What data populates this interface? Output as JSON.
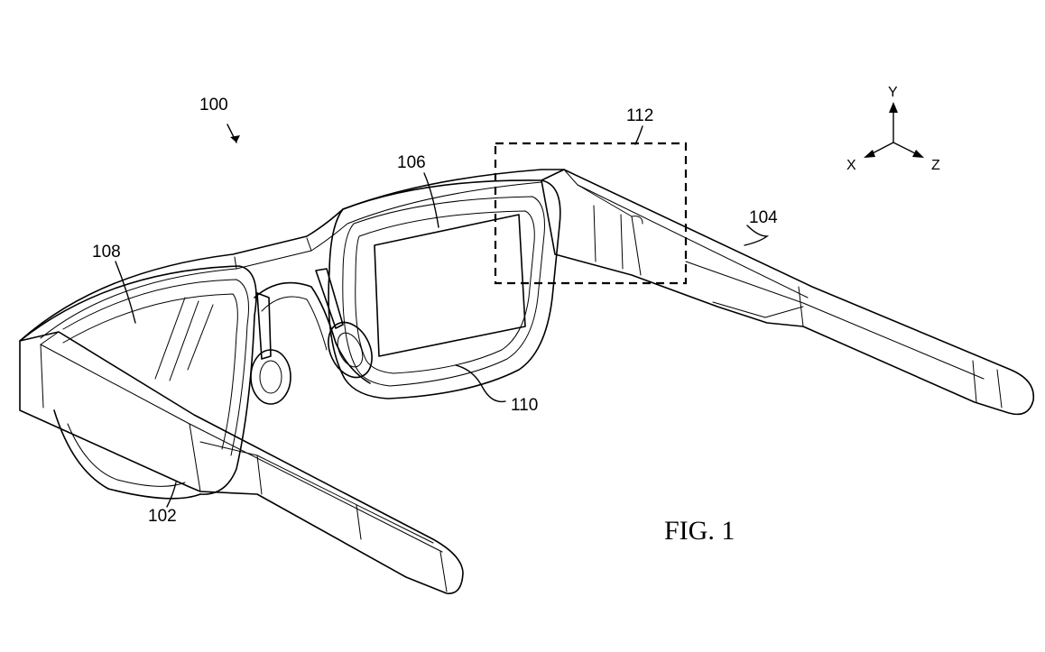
{
  "figure": {
    "caption": "FIG. 1",
    "references": {
      "device": "100",
      "frame": "102",
      "temple": "104",
      "display": "106",
      "lens": "108",
      "eyepiece": "110",
      "region": "112"
    },
    "axes": {
      "y": "Y",
      "x": "X",
      "z": "Z"
    }
  }
}
